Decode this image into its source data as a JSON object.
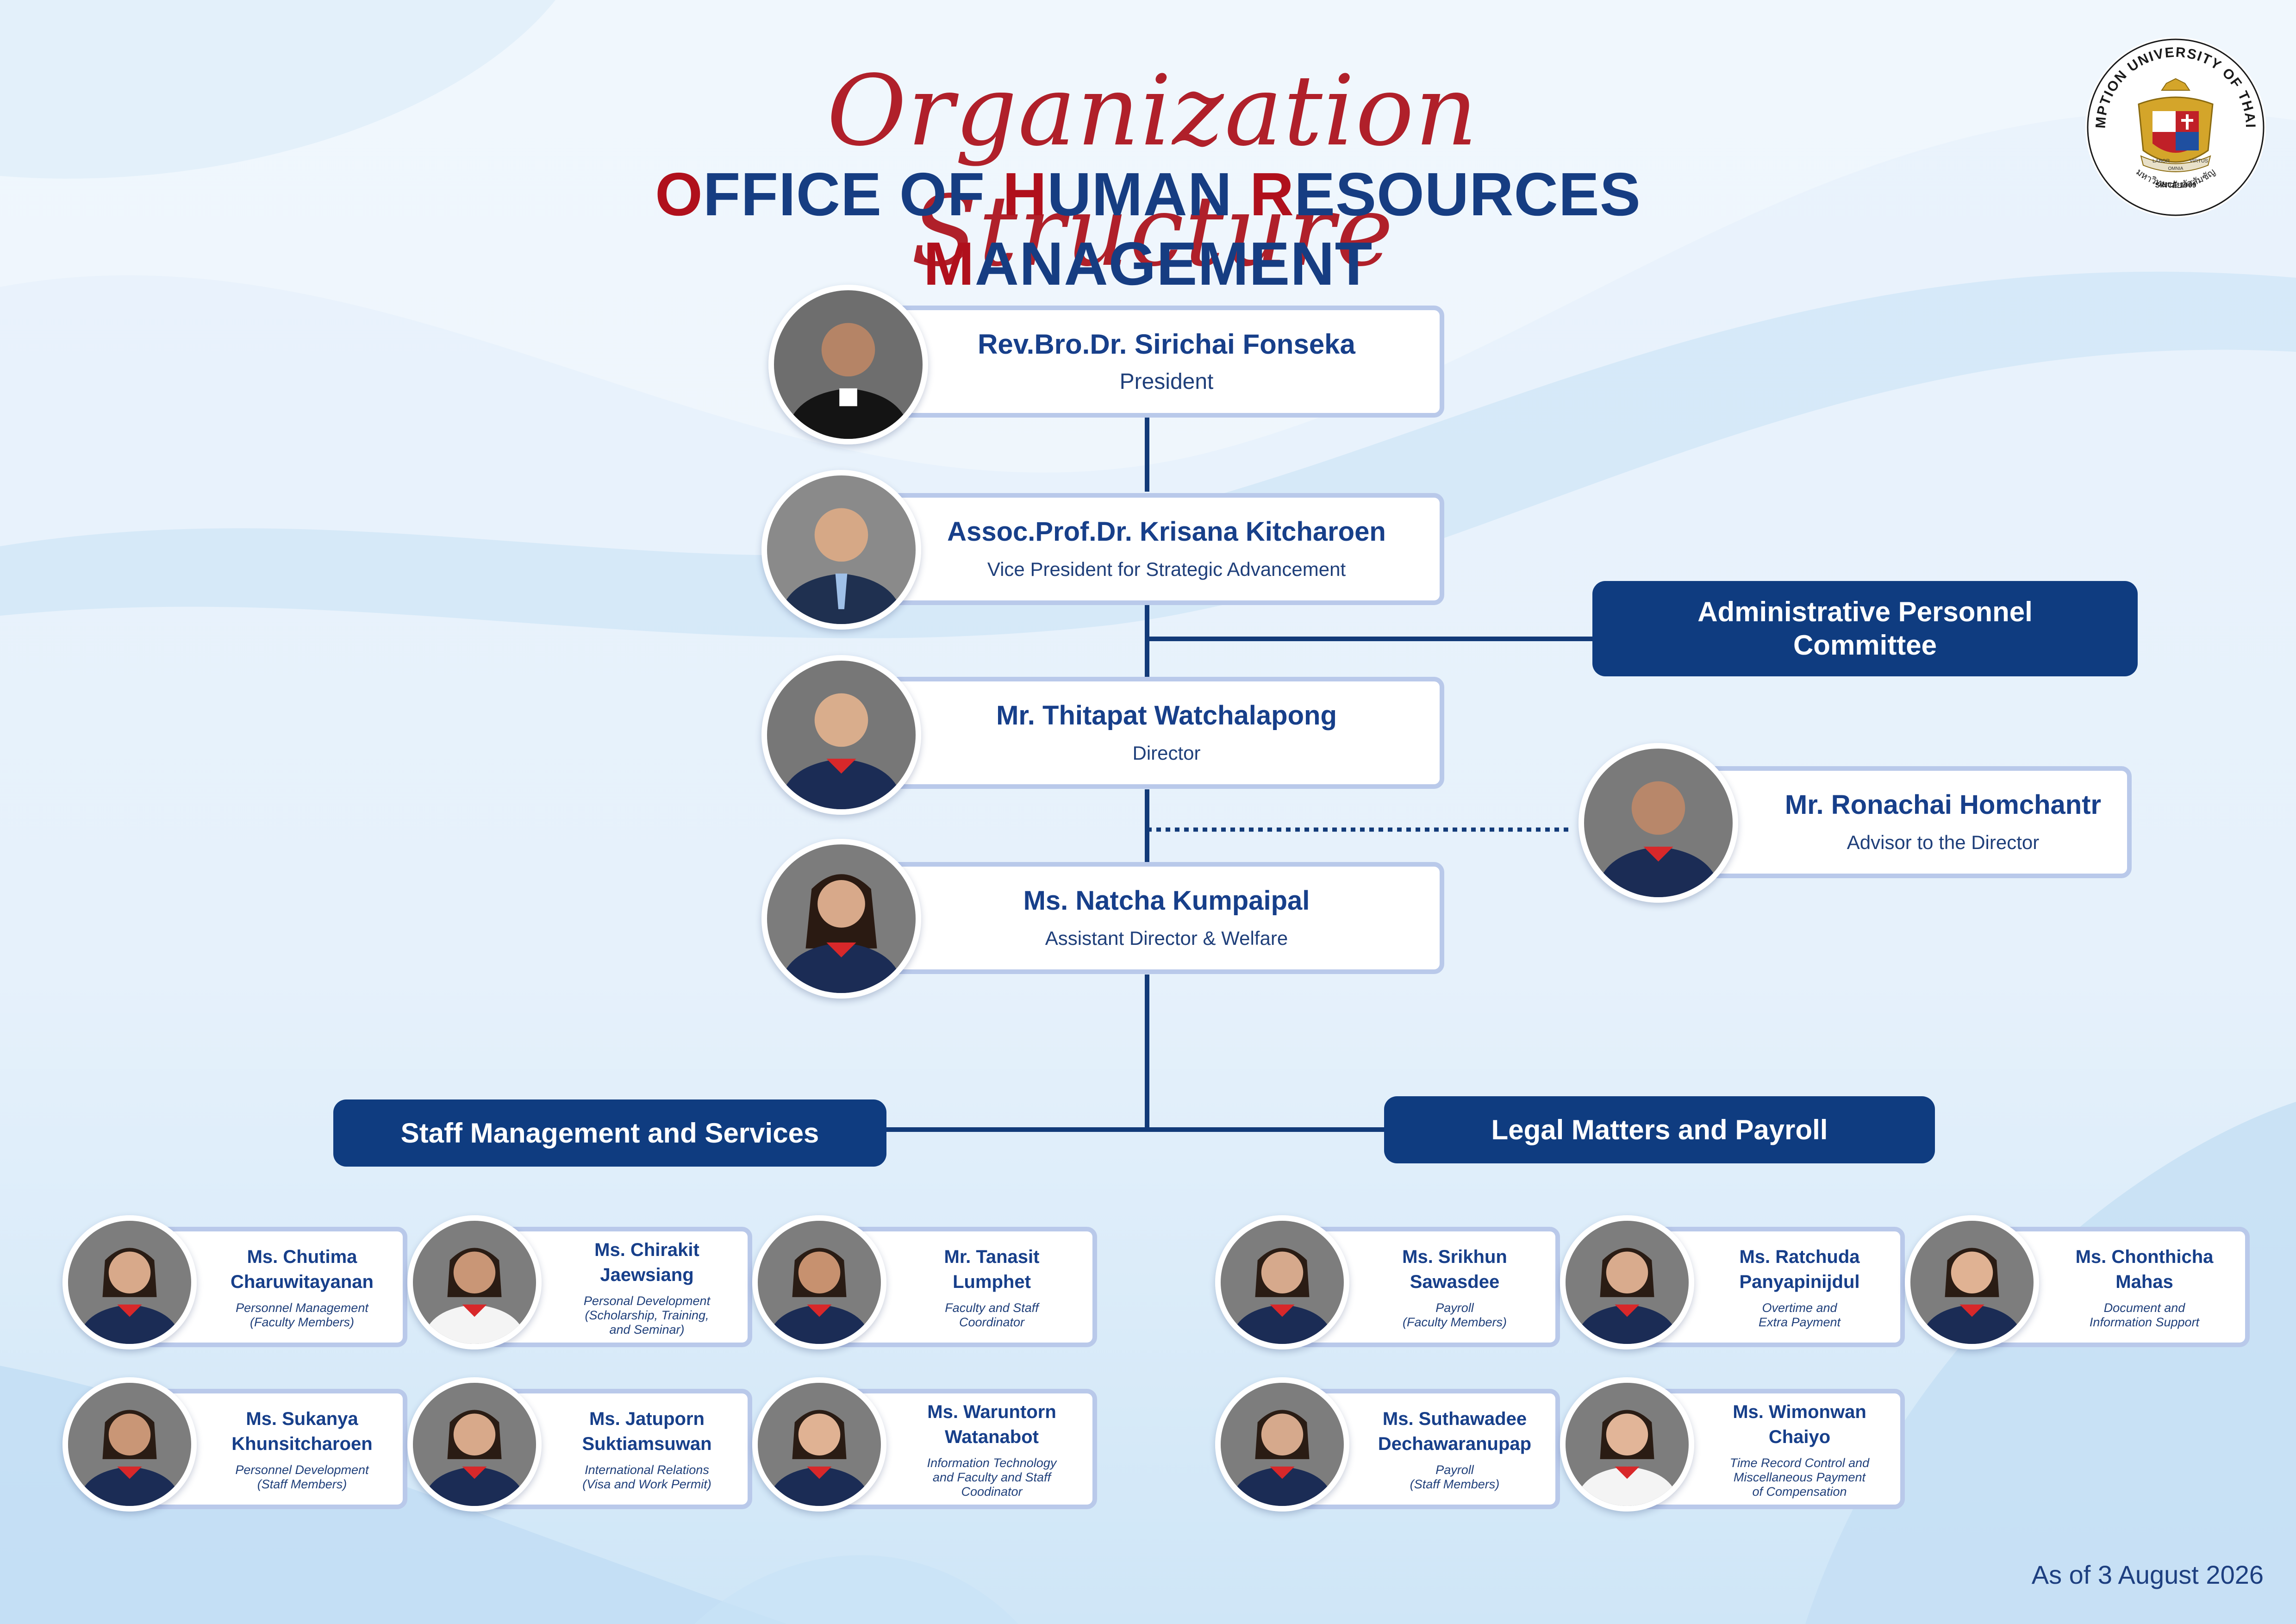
{
  "header": {
    "script_title": "Organization Structure",
    "main_title_parts": [
      {
        "text": "O",
        "accent": true
      },
      {
        "text": "FFICE OF ",
        "accent": false
      },
      {
        "text": "H",
        "accent": true
      },
      {
        "text": "UMAN ",
        "accent": false
      },
      {
        "text": "R",
        "accent": true
      },
      {
        "text": "ESOURCES ",
        "accent": false
      },
      {
        "text": "M",
        "accent": true
      },
      {
        "text": "ANAGEMENT",
        "accent": false
      }
    ]
  },
  "seal": {
    "arc_text": "ASSUMPTION UNIVERSITY OF THAILAND",
    "since": "SINCE 1969",
    "thai": "มหาวิทยาลัยอัสสัมชัญ",
    "motto_left": "LABOR",
    "motto_right": "VIRTUS",
    "motto_bottom": "OMNIA"
  },
  "leaders": [
    {
      "name": "Rev.Bro.Dr. Sirichai Fonseka",
      "role": "President"
    },
    {
      "name": "Assoc.Prof.Dr. Krisana Kitcharoen",
      "role": "Vice President for Strategic Advancement"
    },
    {
      "name": "Mr. Thitapat Watchalapong",
      "role": "Director"
    },
    {
      "name": "Ms. Natcha Kumpaipal",
      "role": "Assistant Director & Welfare"
    }
  ],
  "committee": {
    "line1": "Administrative Personnel",
    "line2": "Committee"
  },
  "advisor": {
    "name": "Mr. Ronachai Homchantr",
    "role": "Advisor to the Director"
  },
  "units": {
    "left": "Staff Management and Services",
    "right": "Legal Matters and Payroll"
  },
  "staff": [
    {
      "name1": "Ms. Chutima",
      "name2": "Charuwitayanan",
      "role": [
        "Personnel Management",
        "(Faculty Members)"
      ]
    },
    {
      "name1": "Ms. Chirakit",
      "name2": "Jaewsiang",
      "role": [
        "Personal Development",
        "(Scholarship, Training,",
        "and Seminar)"
      ]
    },
    {
      "name1": "Mr. Tanasit",
      "name2": "Lumphet",
      "role": [
        "Faculty and Staff",
        "Coordinator"
      ]
    },
    {
      "name1": "Ms. Srikhun",
      "name2": "Sawasdee",
      "role": [
        "Payroll",
        "(Faculty Members)"
      ]
    },
    {
      "name1": "Ms. Ratchuda",
      "name2": "Panyapinijdul",
      "role": [
        "Overtime and",
        "Extra Payment"
      ]
    },
    {
      "name1": "Ms. Chonthicha",
      "name2": "Mahas",
      "role": [
        "Document and",
        "Information Support"
      ]
    },
    {
      "name1": "Ms. Sukanya",
      "name2": "Khunsitcharoen",
      "role": [
        "Personnel Development",
        "(Staff Members)"
      ]
    },
    {
      "name1": "Ms. Jatuporn",
      "name2": "Suktiamsuwan",
      "role": [
        "International Relations",
        "(Visa and Work Permit)"
      ]
    },
    {
      "name1": "Ms. Waruntorn",
      "name2": "Watanabot",
      "role": [
        "Information Technology",
        "and Faculty and Staff",
        "Coodinator"
      ]
    },
    {
      "name1": "Ms. Suthawadee",
      "name2": "Dechawaranupap",
      "role": [
        "Payroll",
        "(Staff Members)"
      ]
    },
    {
      "name1": "Ms. Wimonwan",
      "name2": "Chaiyo",
      "role": [
        "Time Record Control and",
        "Miscellaneous Payment",
        "of Compensation"
      ]
    }
  ],
  "as_of": "As of 3 August 2026",
  "colors": {
    "navy": "#0f3c80",
    "accent_red": "#b0101c",
    "card_border": "#b9c9ea",
    "text_blue": "#173f8a"
  }
}
